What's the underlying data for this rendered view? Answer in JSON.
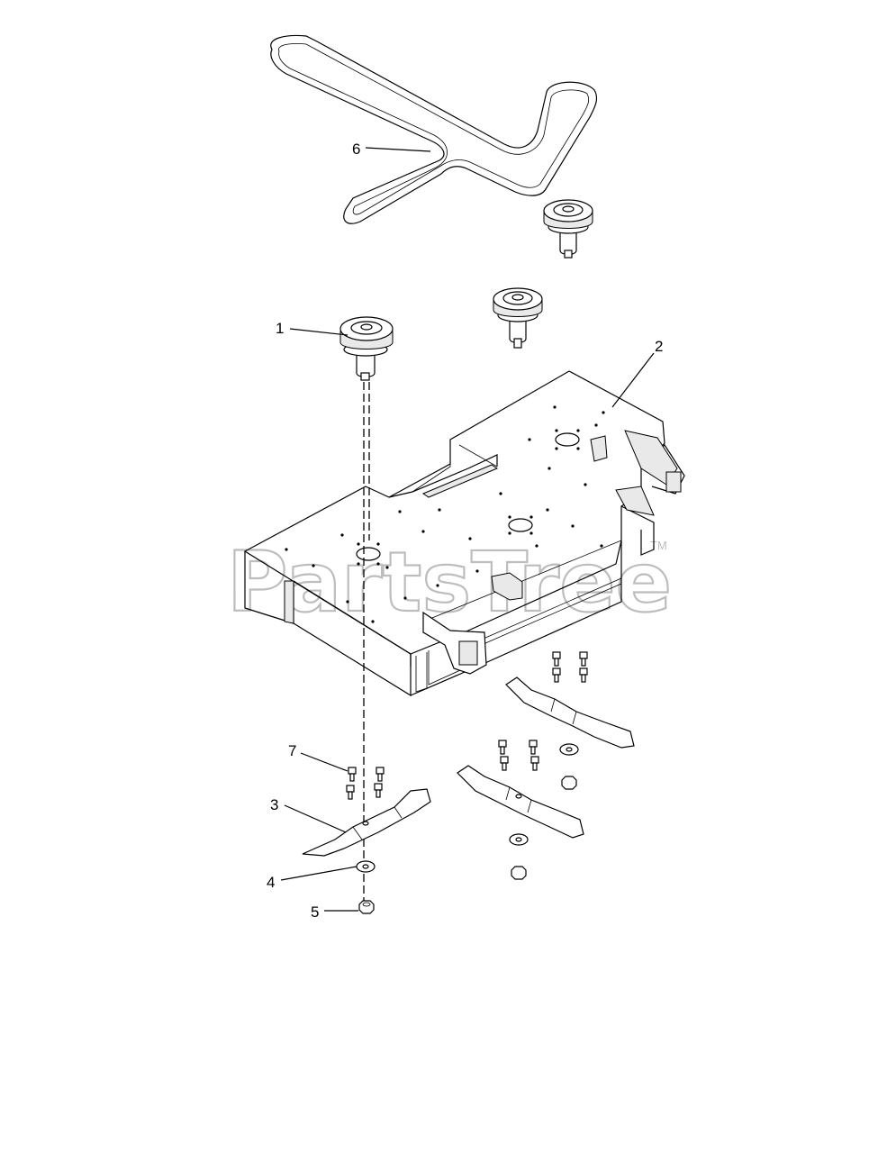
{
  "watermark": {
    "brand": "PartsTree",
    "trademark": "TM"
  },
  "callouts": {
    "c1": "1",
    "c2": "2",
    "c3": "3",
    "c4": "4",
    "c5": "5",
    "c6": "6",
    "c7": "7"
  }
}
